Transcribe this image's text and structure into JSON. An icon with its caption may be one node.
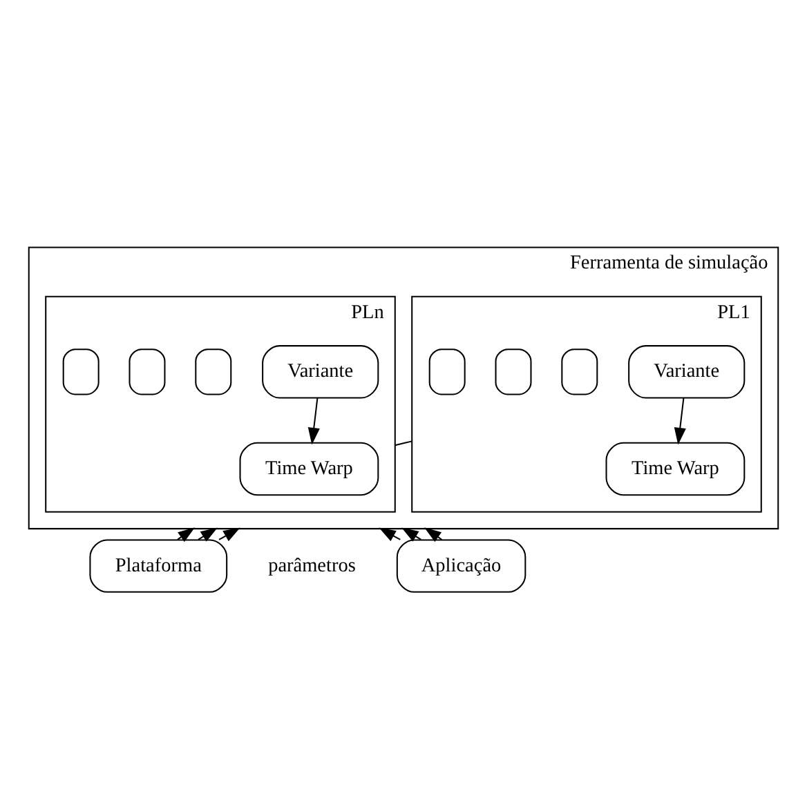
{
  "diagram": {
    "nodes": [
      {
        "text": [
          "Ferramenta de simulação"
        ]
      },
      {
        "text": [
          "PL1"
        ],
        "in": 0
      },
      {
        "text": [],
        "shape": "box",
        "in": 1
      },
      {
        "text": [],
        "shape": "box",
        "in": 1
      },
      {
        "text": [],
        "shape": "box",
        "in": 1
      },
      {
        "text": [
          "Variante"
        ],
        "in": 1
      },
      {
        "text": [
          "Time Warp"
        ],
        "in": 1
      },
      {
        "text": [
          "PLn"
        ],
        "in": 0
      },
      {
        "text": [],
        "shape": "box",
        "in": 7
      },
      {
        "text": [],
        "shape": "box",
        "in": 7
      },
      {
        "text": [],
        "shape": "box",
        "in": 7
      },
      {
        "text": [
          "Variante"
        ],
        "in": 7
      },
      {
        "text": [
          "Time Warp"
        ],
        "in": 7
      },
      {
        "text": [
          "Plataforma"
        ]
      },
      {
        "text": [
          "Aplicação"
        ]
      }
    ],
    "edges": [
      {
        "from": 5,
        "to": 6,
        "arrow": "to"
      },
      {
        "from": 11,
        "to": 12,
        "arrow": "to"
      },
      {
        "from": 1,
        "to": 7,
        "arrow": "none"
      },
      {
        "from": 13,
        "to": 0,
        "arrow": "to"
      },
      {
        "from": 13,
        "to": 0,
        "arrow": "to"
      },
      {
        "from": 13,
        "to": 0,
        "arrow": "to"
      },
      {
        "from": 14,
        "to": 0,
        "arrow": "to"
      },
      {
        "from": 14,
        "to": 0,
        "arrow": "to"
      },
      {
        "from": 14,
        "to": 0,
        "arrow": "to"
      }
    ],
    "labels": [
      "parâmetros"
    ]
  }
}
